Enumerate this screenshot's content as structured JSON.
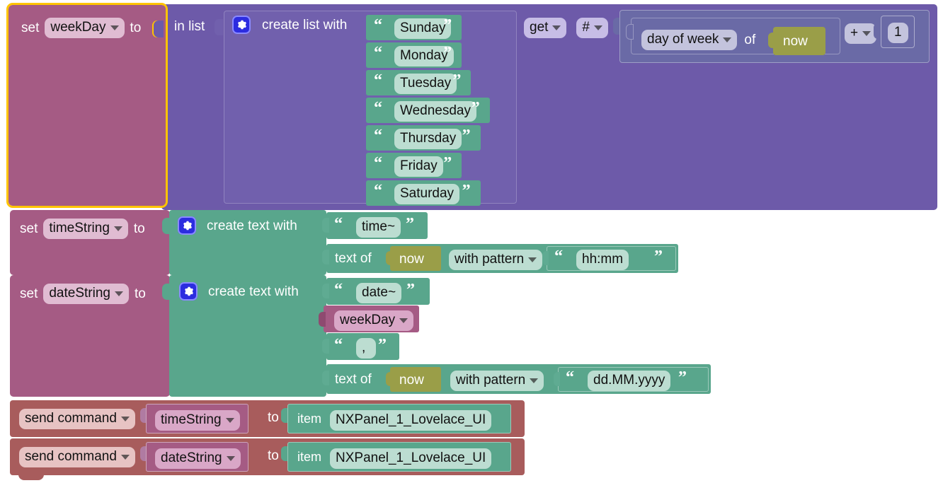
{
  "editor": {
    "type": "blockly-visual-programming-canvas",
    "background": "#ffffff"
  },
  "colors": {
    "set_block": "#a55b84",
    "list_block": "#6d5aa9",
    "text_block": "#59a68c",
    "datetime_block": "#6a6aa6",
    "now_block": "#9a9e48",
    "send_block": "#a85c5c",
    "selection_outline": "#ffc400",
    "gear_icon": "#2c2ce0"
  },
  "blocks": {
    "set_weekday": {
      "set_label": "set",
      "variable": "weekDay",
      "to_label": "to",
      "selected": true
    },
    "select_list_item": {
      "in_list_label": "in list",
      "create_list_label": "create list with",
      "gear_icon": "gear-icon",
      "get_label": "get",
      "index_label": "#",
      "items": [
        "Sunday",
        "Monday",
        "Tuesday",
        "Wednesday",
        "Thursday",
        "Friday",
        "Saturday"
      ]
    },
    "day_of_week_expr": {
      "method": "day of week",
      "of_label": "of",
      "now_label": "now",
      "operator": "+",
      "operand": "1"
    },
    "set_timestring": {
      "set_label": "set",
      "variable": "timeString",
      "to_label": "to",
      "create_text_label": "create text with",
      "gear_icon": "gear-icon",
      "parts": [
        {
          "kind": "text",
          "value": "time~"
        },
        {
          "kind": "format",
          "text_of_label": "text of",
          "now_label": "now",
          "with_pattern_label": "with pattern",
          "pattern": "hh:mm"
        }
      ]
    },
    "set_datestring": {
      "set_label": "set",
      "variable": "dateString",
      "to_label": "to",
      "create_text_label": "create text with",
      "gear_icon": "gear-icon",
      "parts": [
        {
          "kind": "text",
          "value": "date~"
        },
        {
          "kind": "variable",
          "value": "weekDay"
        },
        {
          "kind": "text",
          "value": ","
        },
        {
          "kind": "format",
          "text_of_label": "text of",
          "now_label": "now",
          "with_pattern_label": "with pattern",
          "pattern": "dd.MM.yyyy"
        }
      ]
    },
    "send_command_time": {
      "action": "send command",
      "payload": "timeString",
      "to_label": "to",
      "item_label": "item",
      "item_value": "NXPanel_1_Lovelace_UI"
    },
    "send_command_date": {
      "action": "send command",
      "payload": "dateString",
      "to_label": "to",
      "item_label": "item",
      "item_value": "NXPanel_1_Lovelace_UI"
    }
  }
}
